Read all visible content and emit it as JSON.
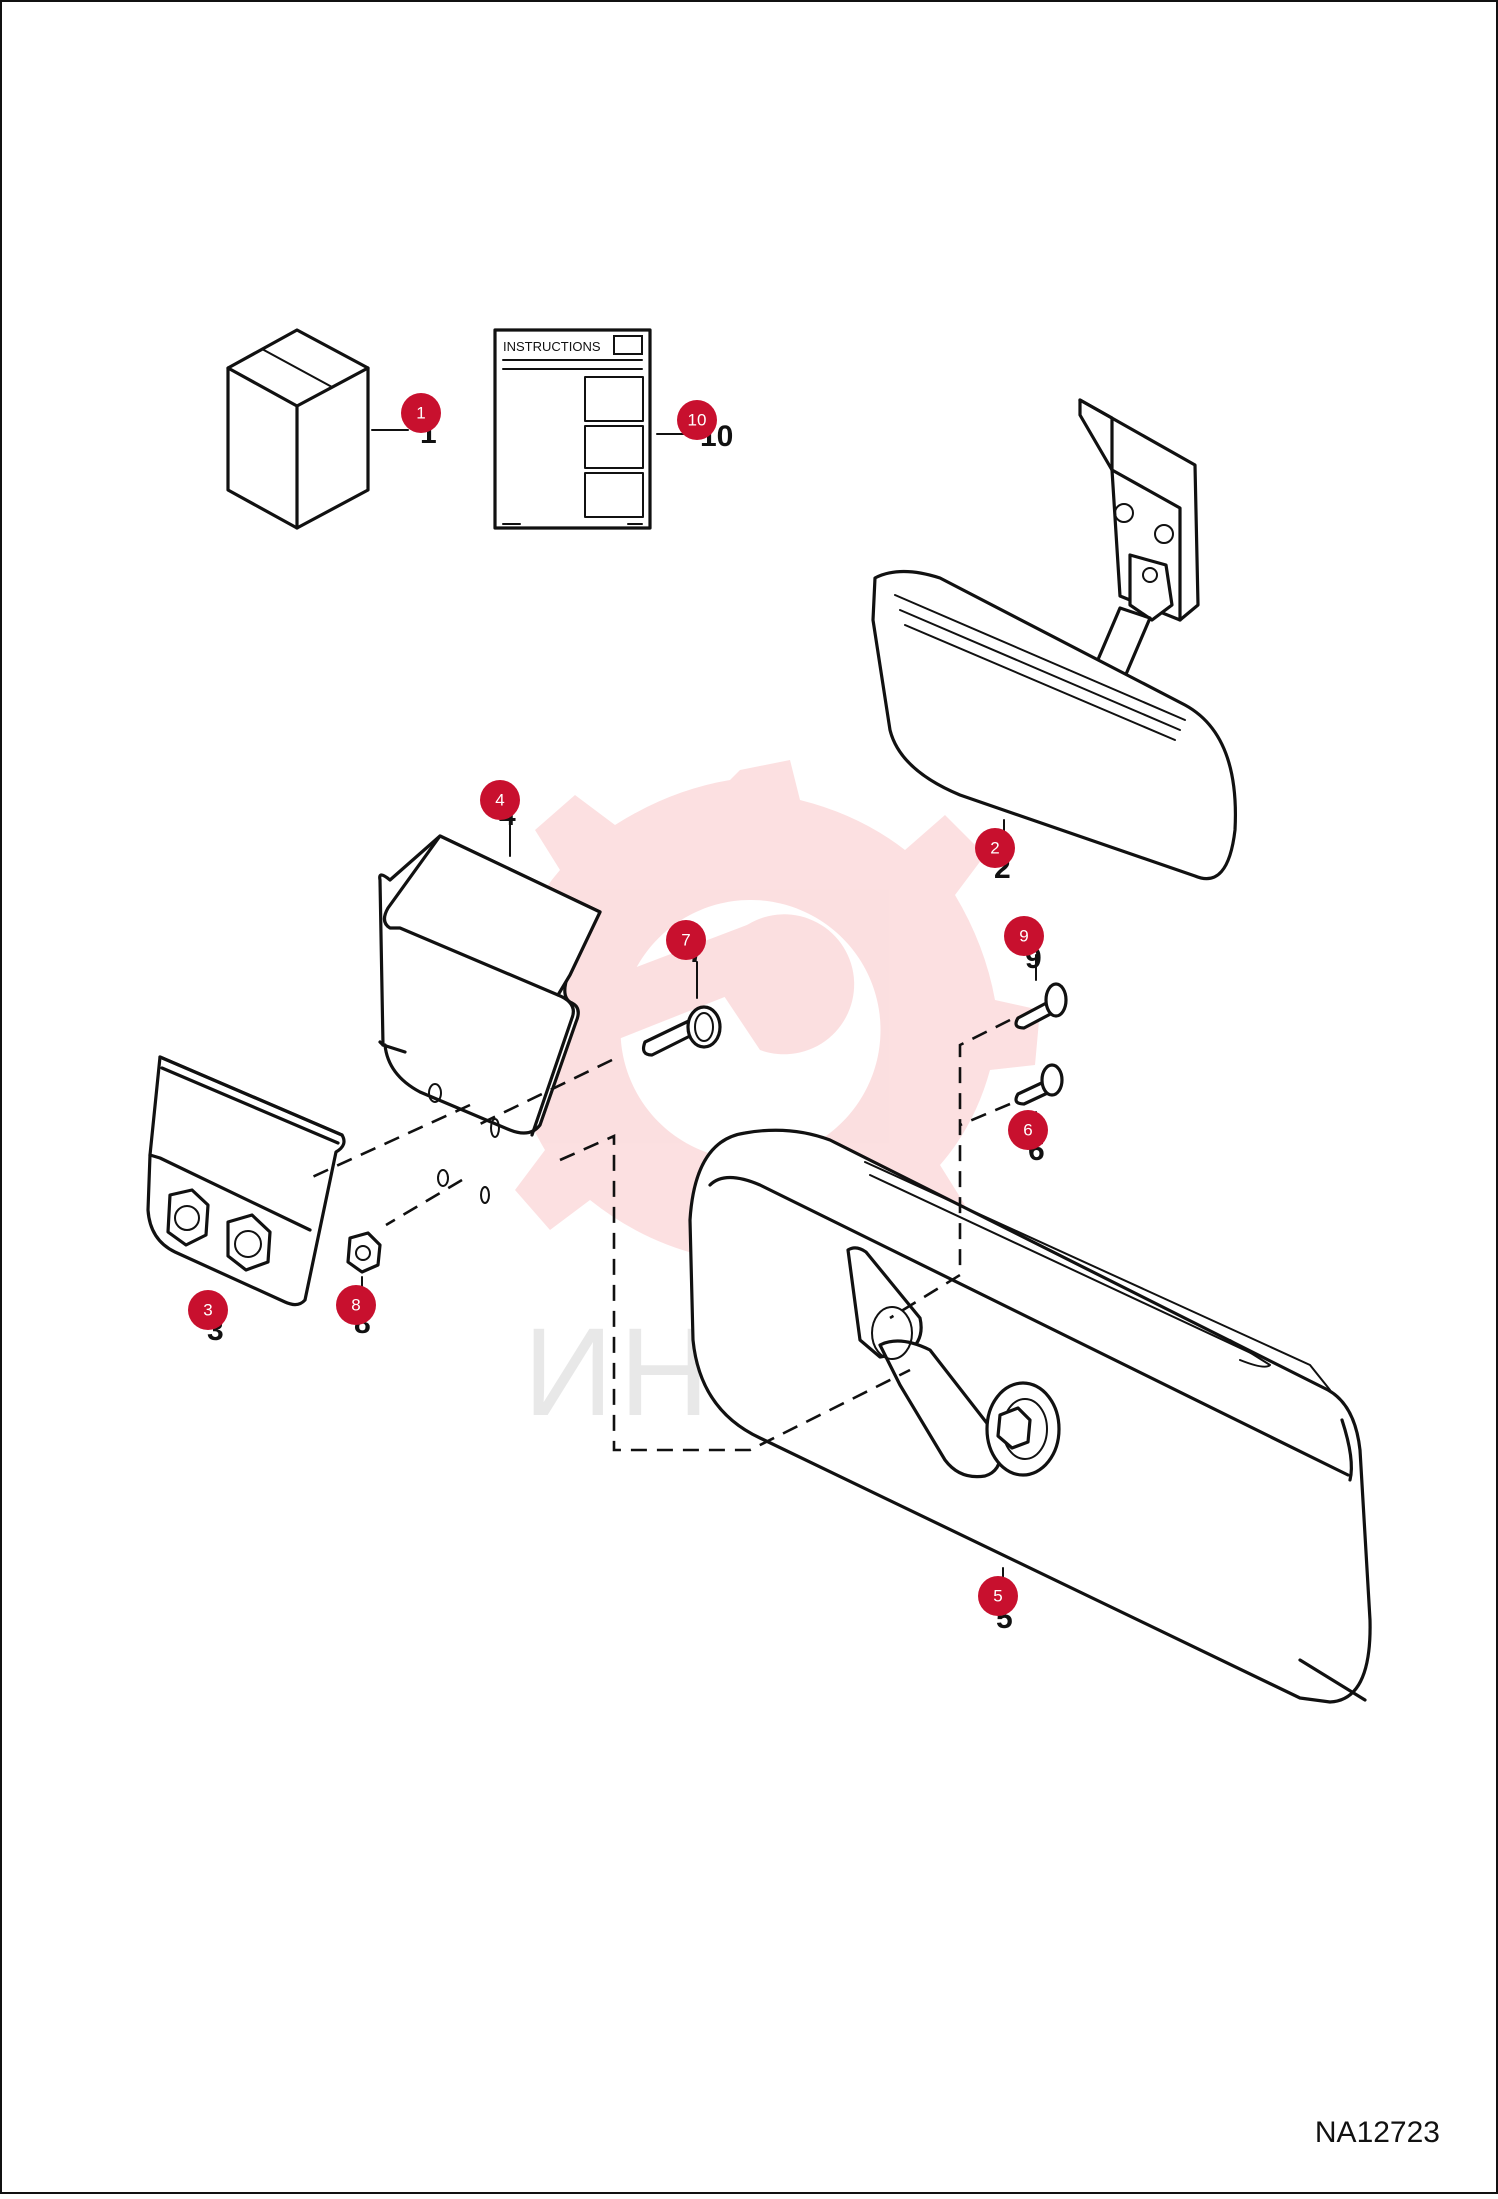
{
  "diagram": {
    "figure_id": "NA12723",
    "instructions_label": "INSTRUCTIONS",
    "watermark_text": "ИНТЕХ",
    "accent_color": "#c8102e",
    "reference_numbers": [
      "1",
      "2",
      "3",
      "4",
      "5",
      "6",
      "7",
      "8",
      "9",
      "10"
    ],
    "callouts": [
      "1",
      "2",
      "3",
      "4",
      "5",
      "6",
      "7",
      "8",
      "9",
      "10"
    ]
  }
}
